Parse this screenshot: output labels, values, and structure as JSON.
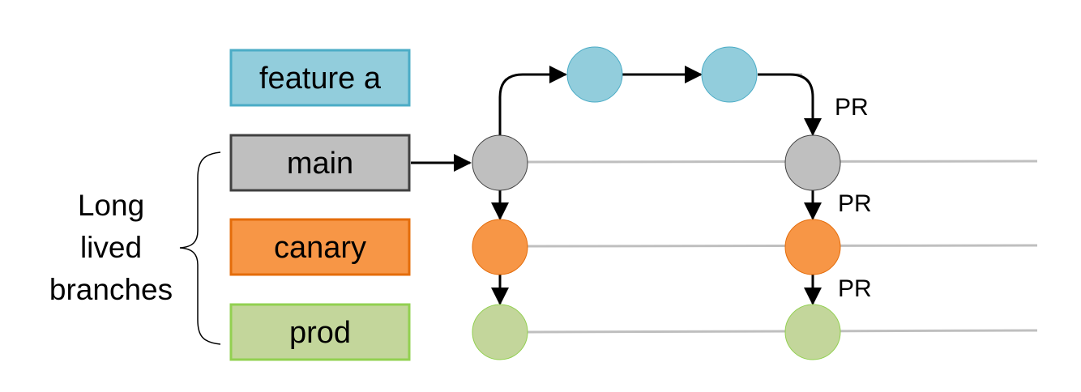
{
  "branches": {
    "feature_a": {
      "label": "feature a",
      "fill": "#92CDDC",
      "stroke": "#4BACC6"
    },
    "main": {
      "label": "main",
      "fill": "#BFBFBF",
      "stroke": "#404040"
    },
    "canary": {
      "label": "canary",
      "fill": "#F79646",
      "stroke": "#E46C0A"
    },
    "prod": {
      "label": "prod",
      "fill": "#C3D69B",
      "stroke": "#92D050"
    }
  },
  "group": {
    "line1": "Long",
    "line2": "lived",
    "line3": "branches"
  },
  "pr_labels": [
    "PR",
    "PR",
    "PR"
  ],
  "colors": {
    "arrow": "#000000",
    "track": "#BFBFBF",
    "feature_node": "#92CDDC",
    "main_node": "#BFBFBF",
    "canary_node": "#F79646",
    "prod_node": "#C3D69B"
  }
}
